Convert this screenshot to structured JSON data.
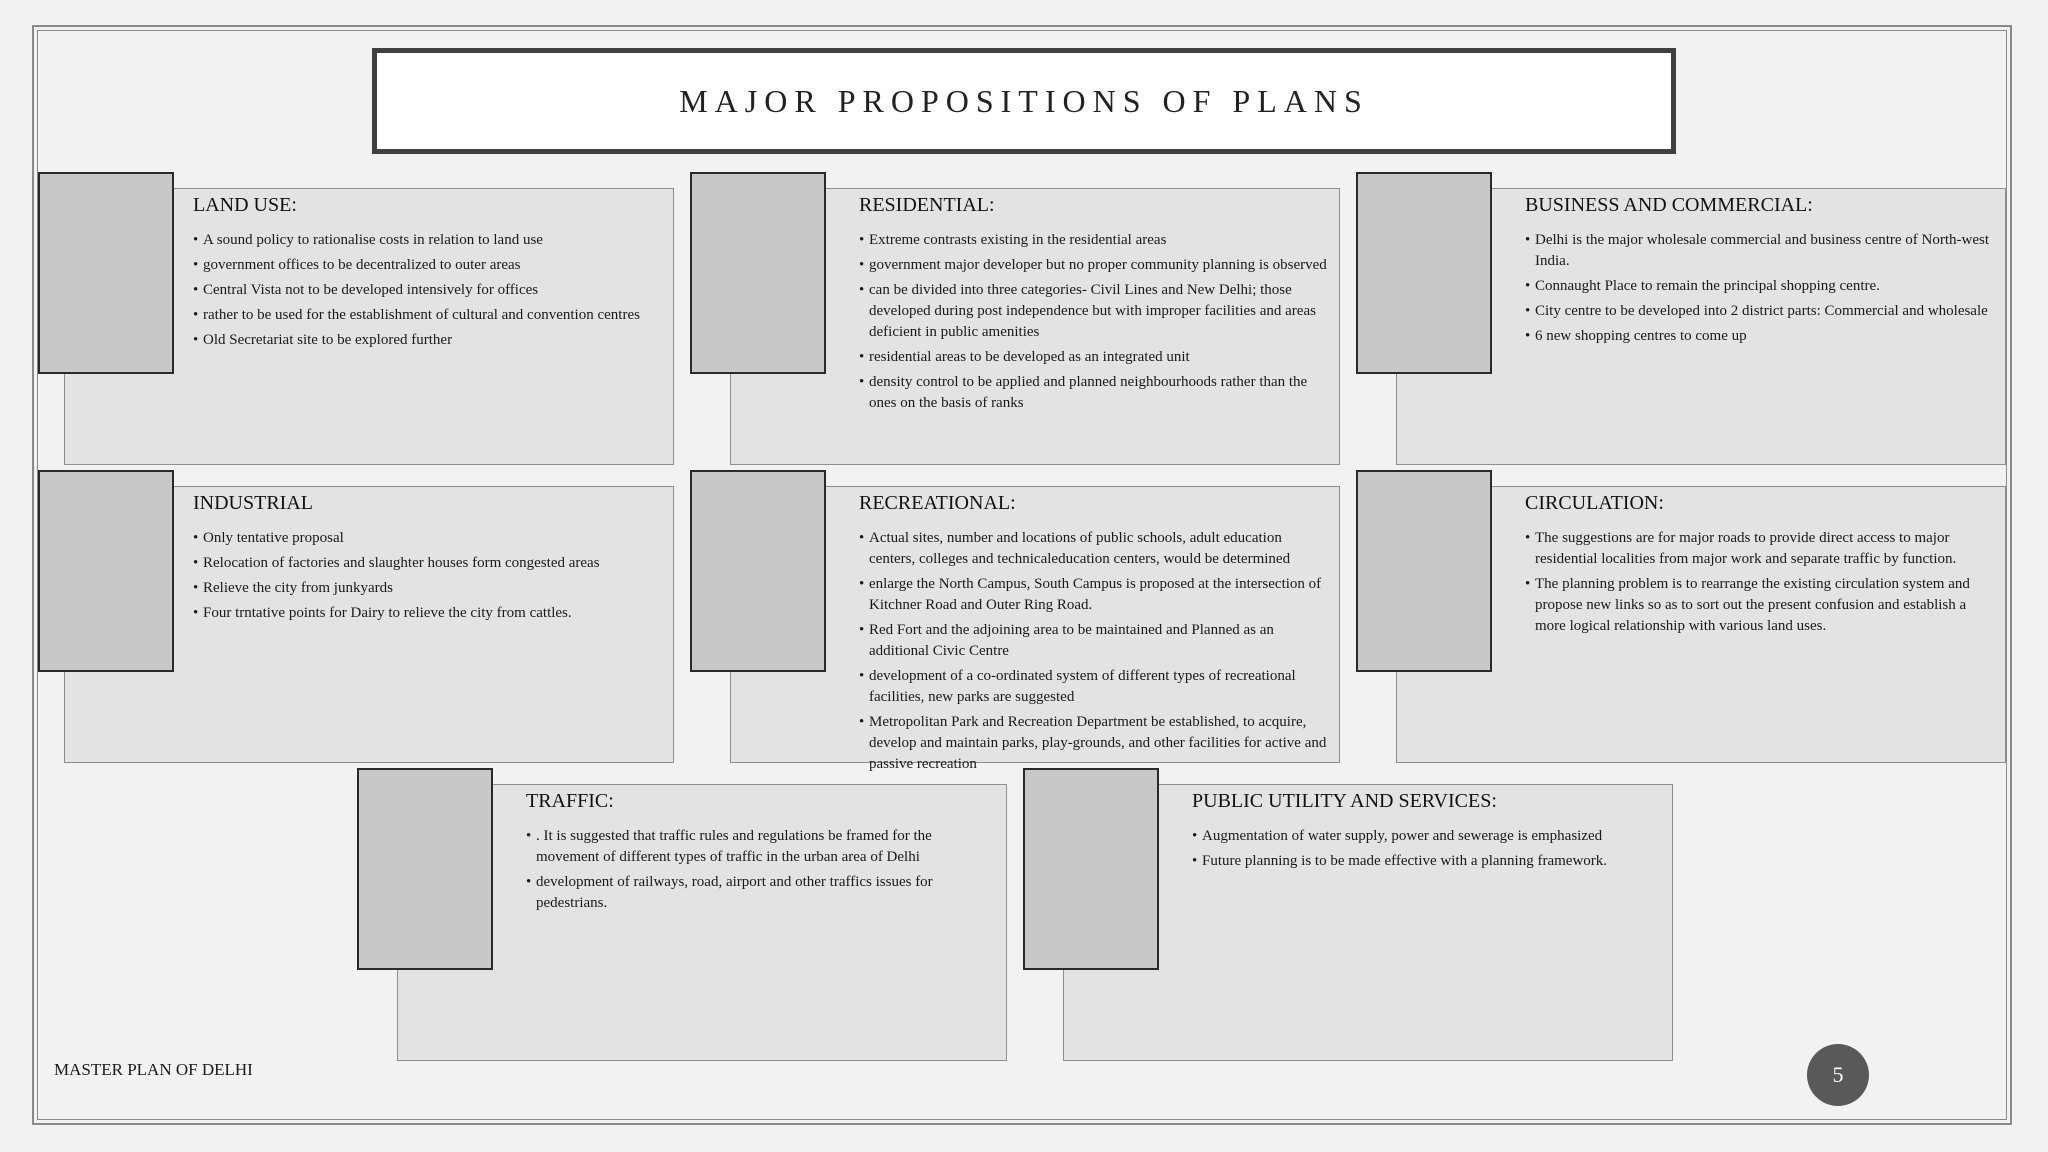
{
  "slide": {
    "title": "MAJOR PROPOSITIONS OF PLANS",
    "footer": "MASTER PLAN OF DELHI",
    "page_number": "5"
  },
  "cards": [
    {
      "heading": "LAND USE:",
      "items": [
        "A sound policy to rationalise costs in relation to land use",
        "government offices to be decentralized to outer areas",
        "Central Vista not to be developed intensively for offices",
        "rather to be used for the establishment of cultural and convention centres",
        "Old Secretariat site to be explored further"
      ]
    },
    {
      "heading": "RESIDENTIAL:",
      "items": [
        "Extreme contrasts existing in the residential areas",
        "government major developer but no proper community planning is observed",
        "can be divided into three categories- Civil Lines and New Delhi; those developed during post independence but with improper facilities and areas deficient in public amenities",
        "residential areas to be developed as an integrated unit",
        "density control to be applied and planned neighbourhoods rather than the ones on the basis of ranks"
      ]
    },
    {
      "heading": "BUSINESS AND COMMERCIAL:",
      "items": [
        "Delhi is the major wholesale commercial and business centre of North-west India.",
        "Connaught Place to remain the principal shopping centre.",
        "City centre to be developed into 2 district parts: Commercial and wholesale",
        "6 new shopping centres to come up"
      ]
    },
    {
      "heading": "INDUSTRIAL",
      "items": [
        "Only tentative proposal",
        "Relocation of factories and slaughter houses form congested areas",
        "Relieve the city from junkyards",
        "Four trntative points for Dairy to relieve the city from cattles."
      ]
    },
    {
      "heading": "RECREATIONAL:",
      "items": [
        "Actual sites, number and locations of public schools, adult education centers, colleges and technicaleducation centers, would be determined",
        "enlarge the North Campus, South Campus is proposed at the intersection of Kitchner Road and Outer Ring Road.",
        "Red Fort and the adjoining area to be maintained and Planned as an additional Civic Centre",
        "development of a co-ordinated system of different types of recreational facilities, new parks are suggested",
        "Metropolitan Park and Recreation Department be established, to acquire, develop and maintain parks, play-grounds, and other facilities for active and passive recreation"
      ]
    },
    {
      "heading": "CIRCULATION:",
      "items": [
        "The suggestions are for major roads to provide direct access to major residential localities from major work and separate traffic by function.",
        "The planning problem is to rearrange the existing circulation system and propose new links so as to sort out the present confusion and establish a more logical relationship with various land uses."
      ]
    },
    {
      "heading": "TRAFFIC:",
      "items": [
        ". It is suggested that traffic rules and regulations be framed for the movement of different types of traffic in the urban area of Delhi",
        "development of railways, road, airport and other traffics issues for pedestrians."
      ]
    },
    {
      "heading": "PUBLIC UTILITY AND SERVICES:",
      "items": [
        "Augmentation of water supply, power and sewerage is emphasized",
        "Future planning is to be made effective with a planning framework."
      ]
    }
  ]
}
